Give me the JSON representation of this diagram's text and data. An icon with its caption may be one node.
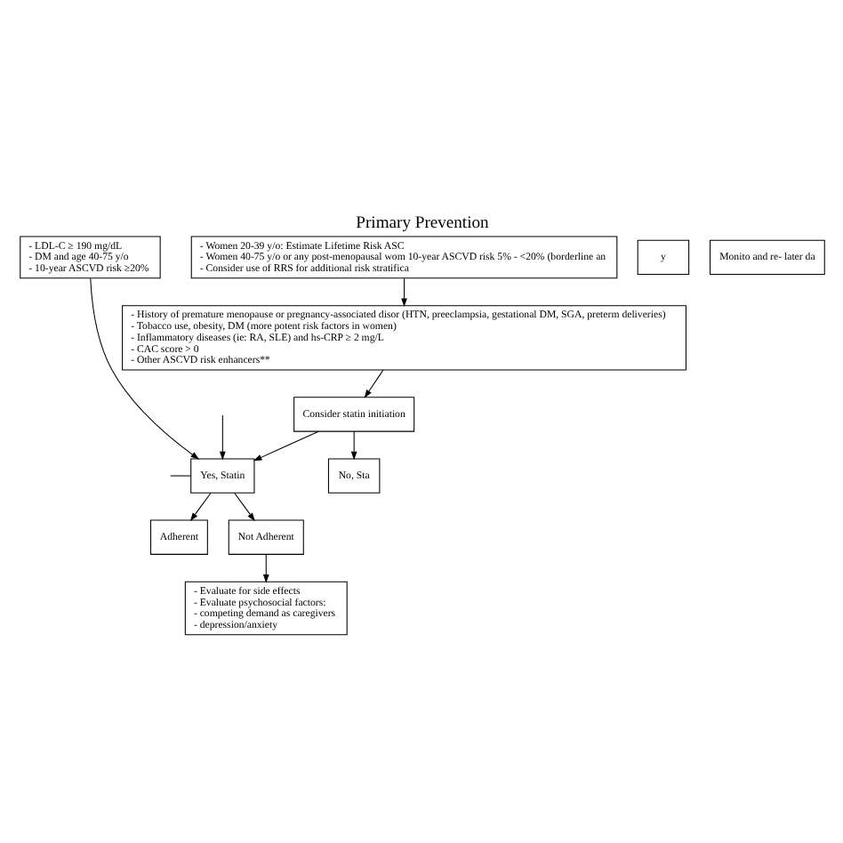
{
  "diagram": {
    "title": "Primary Prevention",
    "nodes": [
      {
        "text": [
          "- LDL-C ≥ 190 mg/dL",
          "- DM and age 40-75 y/o",
          "- 10-year ASCVD risk ≥20%"
        ]
      },
      {
        "text": [
          "- Women 20-39 y/o: Estimate Lifetime Risk ASC",
          "- Women 40-75 y/o or any post-menopausal wom 10-year ASCVD risk 5% - <20% (borderline an",
          "- Consider use of RRS for additional risk stratifica"
        ]
      },
      {
        "text": [
          "- History of premature menopause or pregnancy-associated disor (HTN, preeclampsia, gestational DM, SGA, preterm deliveries)",
          "- Tobacco use, obesity, DM (more potent risk factors in women)",
          "- Inflammatory diseases (ie: RA, SLE) and hs-CRP ≥ 2 mg/L",
          "- CAC score > 0",
          "- Other ASCVD risk enhancers**"
        ]
      },
      {
        "text": [
          "Consider statin initiation"
        ]
      },
      {
        "text": [
          "Yes, Statin"
        ]
      },
      {
        "text": [
          "No, Sta"
        ]
      },
      {
        "text": [
          "y"
        ]
      },
      {
        "text": [
          "Adherent"
        ]
      },
      {
        "text": [
          "Not Adherent"
        ]
      },
      {
        "text": [
          "Monito and re- later da"
        ]
      },
      {
        "text": [
          "- Evaluate for side effects",
          "- Evaluate psychosocial factors:",
          "- competing demand as caregivers",
          "- depression/anxiety"
        ]
      }
    ],
    "edges": [
      {
        "from": 0,
        "to": 4,
        "arrow": "to"
      },
      {
        "from": 1,
        "to": 2,
        "arrow": "to"
      },
      {
        "from": 2,
        "to": 3,
        "arrow": "to"
      },
      {
        "from": null,
        "to": 4,
        "arrow": "to"
      },
      {
        "from": null,
        "to": 4,
        "arrow": "none"
      },
      {
        "from": 3,
        "to": 4,
        "arrow": "to"
      },
      {
        "from": 3,
        "to": 5,
        "arrow": "to"
      },
      {
        "from": 4,
        "to": 7,
        "arrow": "to"
      },
      {
        "from": 4,
        "to": 8,
        "arrow": "to"
      },
      {
        "from": 8,
        "to": 10,
        "arrow": "to"
      }
    ]
  }
}
